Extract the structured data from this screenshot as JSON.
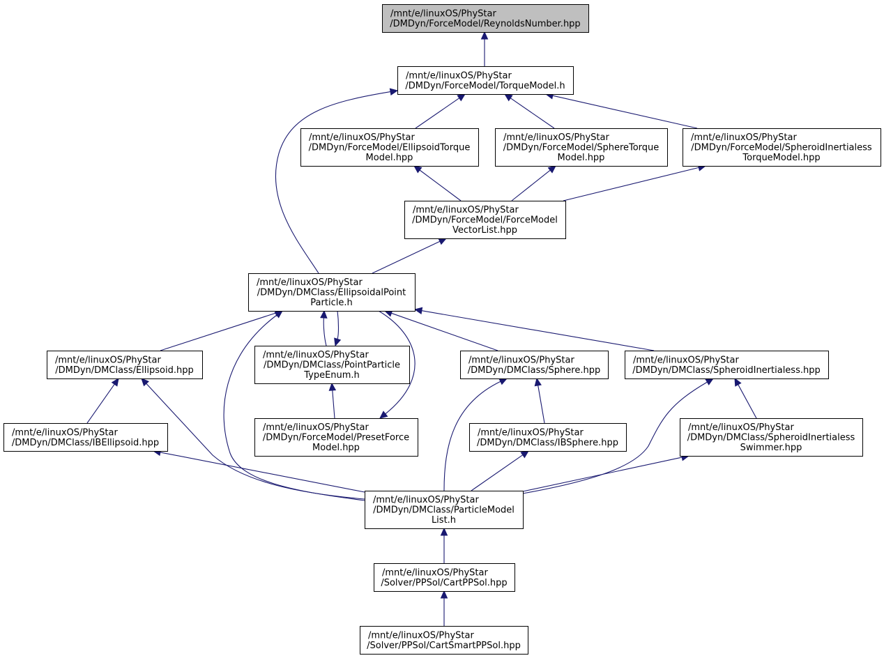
{
  "colors": {
    "edge": "#191970",
    "root_fill": "#bfbfbf",
    "node_fill": "#ffffff",
    "border": "#000000"
  },
  "nodes": [
    {
      "id": "reynolds",
      "lines": [
        "/mnt/e/linuxOS/PhyStar",
        "/DMDyn/ForceModel/ReynoldsNumber.hpp"
      ],
      "root": true
    },
    {
      "id": "torquemodel",
      "lines": [
        "/mnt/e/linuxOS/PhyStar",
        "/DMDyn/ForceModel/TorqueModel.h"
      ]
    },
    {
      "id": "ellipsoidtorque",
      "lines": [
        "/mnt/e/linuxOS/PhyStar",
        "/DMDyn/ForceModel/EllipsoidTorque",
        "Model.hpp"
      ]
    },
    {
      "id": "spheretorque",
      "lines": [
        "/mnt/e/linuxOS/PhyStar",
        "/DMDyn/ForceModel/SphereTorque",
        "Model.hpp"
      ]
    },
    {
      "id": "spheroidtorque",
      "lines": [
        "/mnt/e/linuxOS/PhyStar",
        "/DMDyn/ForceModel/SpheroidInertialess",
        "TorqueModel.hpp"
      ]
    },
    {
      "id": "forcevector",
      "lines": [
        "/mnt/e/linuxOS/PhyStar",
        "/DMDyn/ForceModel/ForceModel",
        "VectorList.hpp"
      ]
    },
    {
      "id": "ellipsoidal",
      "lines": [
        "/mnt/e/linuxOS/PhyStar",
        "/DMDyn/DMClass/EllipsoidalPoint",
        "Particle.h"
      ]
    },
    {
      "id": "ellipsoid",
      "lines": [
        "/mnt/e/linuxOS/PhyStar",
        "/DMDyn/DMClass/Ellipsoid.hpp"
      ]
    },
    {
      "id": "pointtype",
      "lines": [
        "/mnt/e/linuxOS/PhyStar",
        "/DMDyn/DMClass/PointParticle",
        "TypeEnum.h"
      ]
    },
    {
      "id": "sphere",
      "lines": [
        "/mnt/e/linuxOS/PhyStar",
        "/DMDyn/DMClass/Sphere.hpp"
      ]
    },
    {
      "id": "spheroid",
      "lines": [
        "/mnt/e/linuxOS/PhyStar",
        "/DMDyn/DMClass/SpheroidInertialess.hpp"
      ]
    },
    {
      "id": "ibellipsoid",
      "lines": [
        "/mnt/e/linuxOS/PhyStar",
        "/DMDyn/DMClass/IBEllipsoid.hpp"
      ]
    },
    {
      "id": "presetforce",
      "lines": [
        "/mnt/e/linuxOS/PhyStar",
        "/DMDyn/ForceModel/PresetForce",
        "Model.hpp"
      ]
    },
    {
      "id": "ibsphere",
      "lines": [
        "/mnt/e/linuxOS/PhyStar",
        "/DMDyn/DMClass/IBSphere.hpp"
      ]
    },
    {
      "id": "spheroidswimmer",
      "lines": [
        "/mnt/e/linuxOS/PhyStar",
        "/DMDyn/DMClass/SpheroidInertialess",
        "Swimmer.hpp"
      ]
    },
    {
      "id": "particlelist",
      "lines": [
        "/mnt/e/linuxOS/PhyStar",
        "/DMDyn/DMClass/ParticleModel",
        "List.h"
      ]
    },
    {
      "id": "cartppsol",
      "lines": [
        "/mnt/e/linuxOS/PhyStar",
        "/Solver/PPSol/CartPPSol.hpp"
      ]
    },
    {
      "id": "cartsmart",
      "lines": [
        "/mnt/e/linuxOS/PhyStar",
        "/Solver/PPSol/CartSmartPPSol.hpp"
      ]
    }
  ],
  "edges": [
    {
      "id": "e1",
      "from": "torquemodel",
      "to": "reynolds"
    },
    {
      "id": "e2",
      "from": "ellipsoidtorque",
      "to": "torquemodel"
    },
    {
      "id": "e3",
      "from": "spheretorque",
      "to": "torquemodel"
    },
    {
      "id": "e4",
      "from": "spheroidtorque",
      "to": "torquemodel"
    },
    {
      "id": "e5",
      "from": "ellipsoidal",
      "to": "torquemodel"
    },
    {
      "id": "e6",
      "from": "forcevector",
      "to": "ellipsoidtorque"
    },
    {
      "id": "e7",
      "from": "forcevector",
      "to": "spheretorque"
    },
    {
      "id": "e8",
      "from": "forcevector",
      "to": "spheroidtorque"
    },
    {
      "id": "e9",
      "from": "ellipsoidal",
      "to": "forcevector"
    },
    {
      "id": "e10",
      "from": "ellipsoid",
      "to": "ellipsoidal"
    },
    {
      "id": "e11",
      "from": "pointtype",
      "to": "ellipsoidal"
    },
    {
      "id": "e12",
      "from": "ellipsoidal",
      "to": "pointtype"
    },
    {
      "id": "e13",
      "from": "sphere",
      "to": "ellipsoidal"
    },
    {
      "id": "e14",
      "from": "spheroid",
      "to": "ellipsoidal"
    },
    {
      "id": "e15",
      "from": "particlelist",
      "to": "ellipsoidal"
    },
    {
      "id": "e16",
      "from": "ellipsoidal",
      "to": "presetforce"
    },
    {
      "id": "e17",
      "from": "ibellipsoid",
      "to": "ellipsoid"
    },
    {
      "id": "e18",
      "from": "particlelist",
      "to": "ellipsoid"
    },
    {
      "id": "e19",
      "from": "presetforce",
      "to": "pointtype"
    },
    {
      "id": "e20",
      "from": "ibsphere",
      "to": "sphere"
    },
    {
      "id": "e21",
      "from": "particlelist",
      "to": "sphere"
    },
    {
      "id": "e22",
      "from": "spheroidswimmer",
      "to": "spheroid"
    },
    {
      "id": "e23",
      "from": "particlelist",
      "to": "spheroid"
    },
    {
      "id": "e24",
      "from": "particlelist",
      "to": "ibellipsoid"
    },
    {
      "id": "e25",
      "from": "particlelist",
      "to": "ibsphere"
    },
    {
      "id": "e26",
      "from": "particlelist",
      "to": "spheroidswimmer"
    },
    {
      "id": "e27",
      "from": "cartppsol",
      "to": "particlelist"
    },
    {
      "id": "e28",
      "from": "cartsmart",
      "to": "cartppsol"
    }
  ]
}
